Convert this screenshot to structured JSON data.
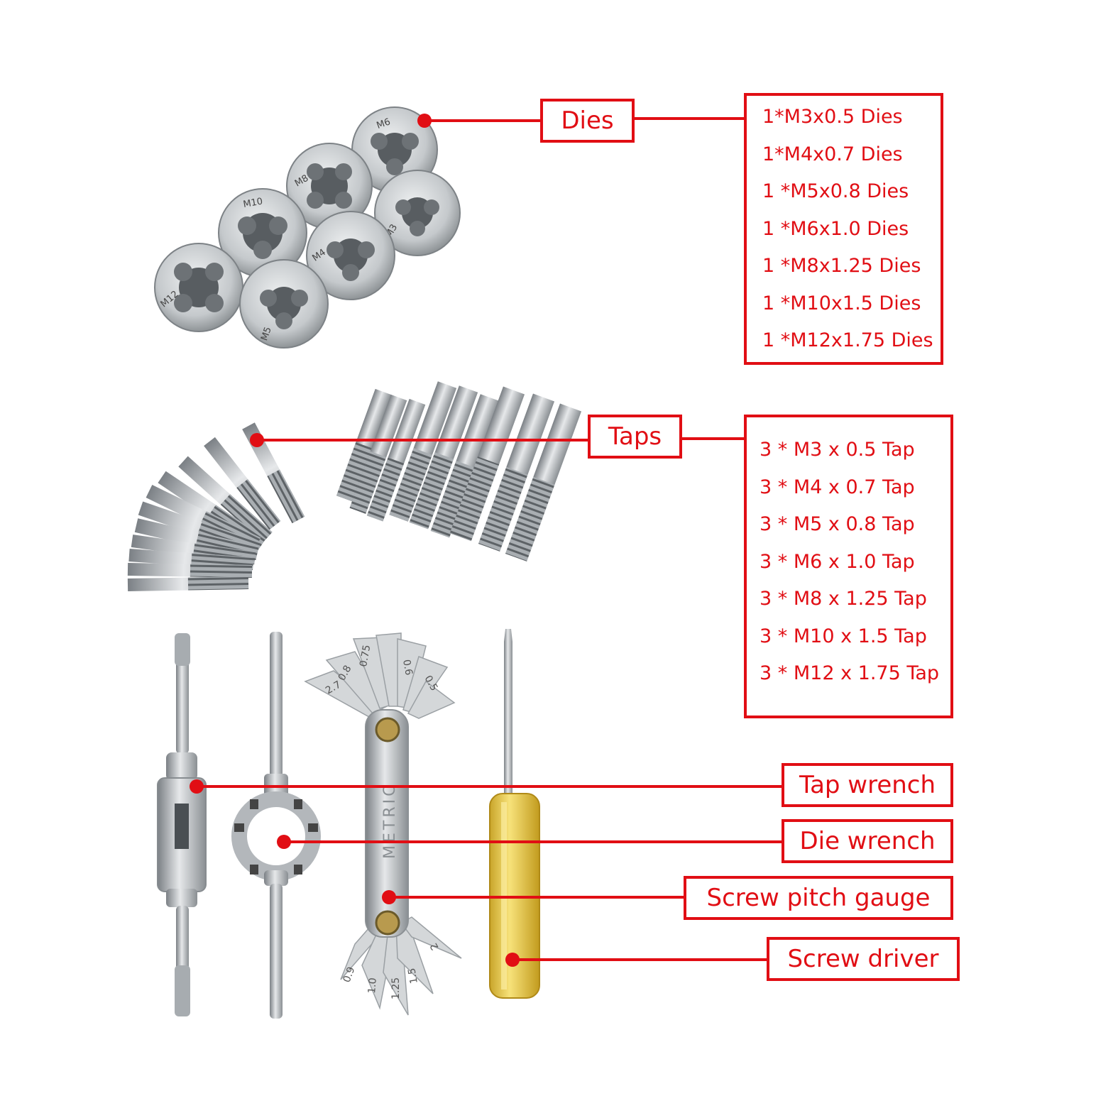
{
  "labels": {
    "dies": "Dies",
    "taps": "Taps",
    "tap_wrench": "Tap wrench",
    "die_wrench": "Die wrench",
    "screw_pitch_gauge": "Screw pitch gauge",
    "screw_driver": "Screw driver"
  },
  "dies_list": [
    "1*M3x0.5 Dies",
    "1*M4x0.7 Dies",
    "1 *M5x0.8 Dies",
    "1 *M6x1.0 Dies",
    "1 *M8x1.25 Dies",
    "1 *M10x1.5 Dies",
    "1 *M12x1.75 Dies"
  ],
  "taps_list": [
    "3 * M3 x 0.5 Tap",
    "3 * M4 x 0.7 Tap",
    "3 * M5 x 0.8 Tap",
    "3 * M6 x 1.0 Tap",
    "3 * M8 x 1.25 Tap",
    "3 * M10 x 1.5 Tap",
    "3 * M12 x 1.75 Tap"
  ],
  "die_markings": [
    "M6",
    "M8",
    "M3",
    "M10",
    "M4",
    "M12",
    "M5"
  ],
  "gauge_text": {
    "brand": "METRIC",
    "blades": [
      "2.7",
      "0.8",
      "0.75",
      "0.6",
      "0.5",
      "0.9",
      "1.0",
      "1.25",
      "1.5",
      "2"
    ]
  },
  "colors": {
    "accent": "#e10e14",
    "steel": "#bfc3c6",
    "handle": "#f2d04a"
  }
}
